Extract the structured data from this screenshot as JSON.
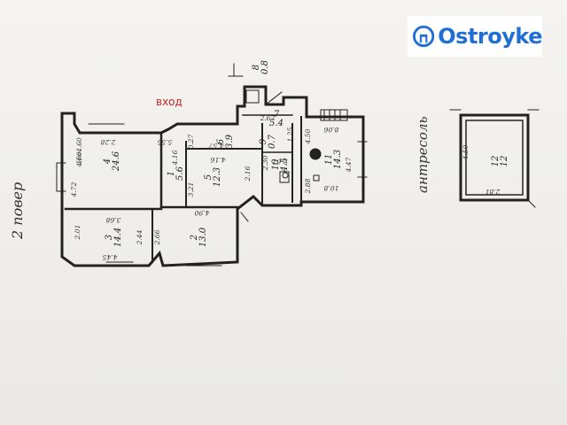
{
  "brand": {
    "name": "Ostroyke",
    "color": "#1f6fd6"
  },
  "entrance_label": "вход",
  "floor_label": "2 повер",
  "mezzanine_label": "антресоль",
  "rooms": [
    {
      "id": "1",
      "area": "5.6"
    },
    {
      "id": "2",
      "area": "13.0"
    },
    {
      "id": "3",
      "area": "14.4"
    },
    {
      "id": "4",
      "area": "24.6"
    },
    {
      "id": "5",
      "area": "12.3"
    },
    {
      "id": "6",
      "area": "3.9"
    },
    {
      "id": "7",
      "area": "5.4"
    },
    {
      "id": "8",
      "area": "0.8"
    },
    {
      "id": "9",
      "area": "0.7"
    },
    {
      "id": "10",
      "area": "4.5"
    },
    {
      "id": "11",
      "area": "14.3"
    },
    {
      "id": "12",
      "area": "12"
    }
  ],
  "dimensions": [
    "2.28",
    "4.60",
    "4.72",
    "5.55",
    "4.16",
    "0.27",
    "4.57",
    "4.16",
    "3.21",
    "2.16",
    "2.01",
    "3.68",
    "2.44",
    "2.66",
    "4.45",
    "4.90",
    "2.30",
    "2.67",
    "1.25",
    "4.50",
    "8.06",
    "10.8",
    "2.88",
    "4.47",
    "4.50",
    "2.81",
    "2.67",
    "H=4.60"
  ]
}
